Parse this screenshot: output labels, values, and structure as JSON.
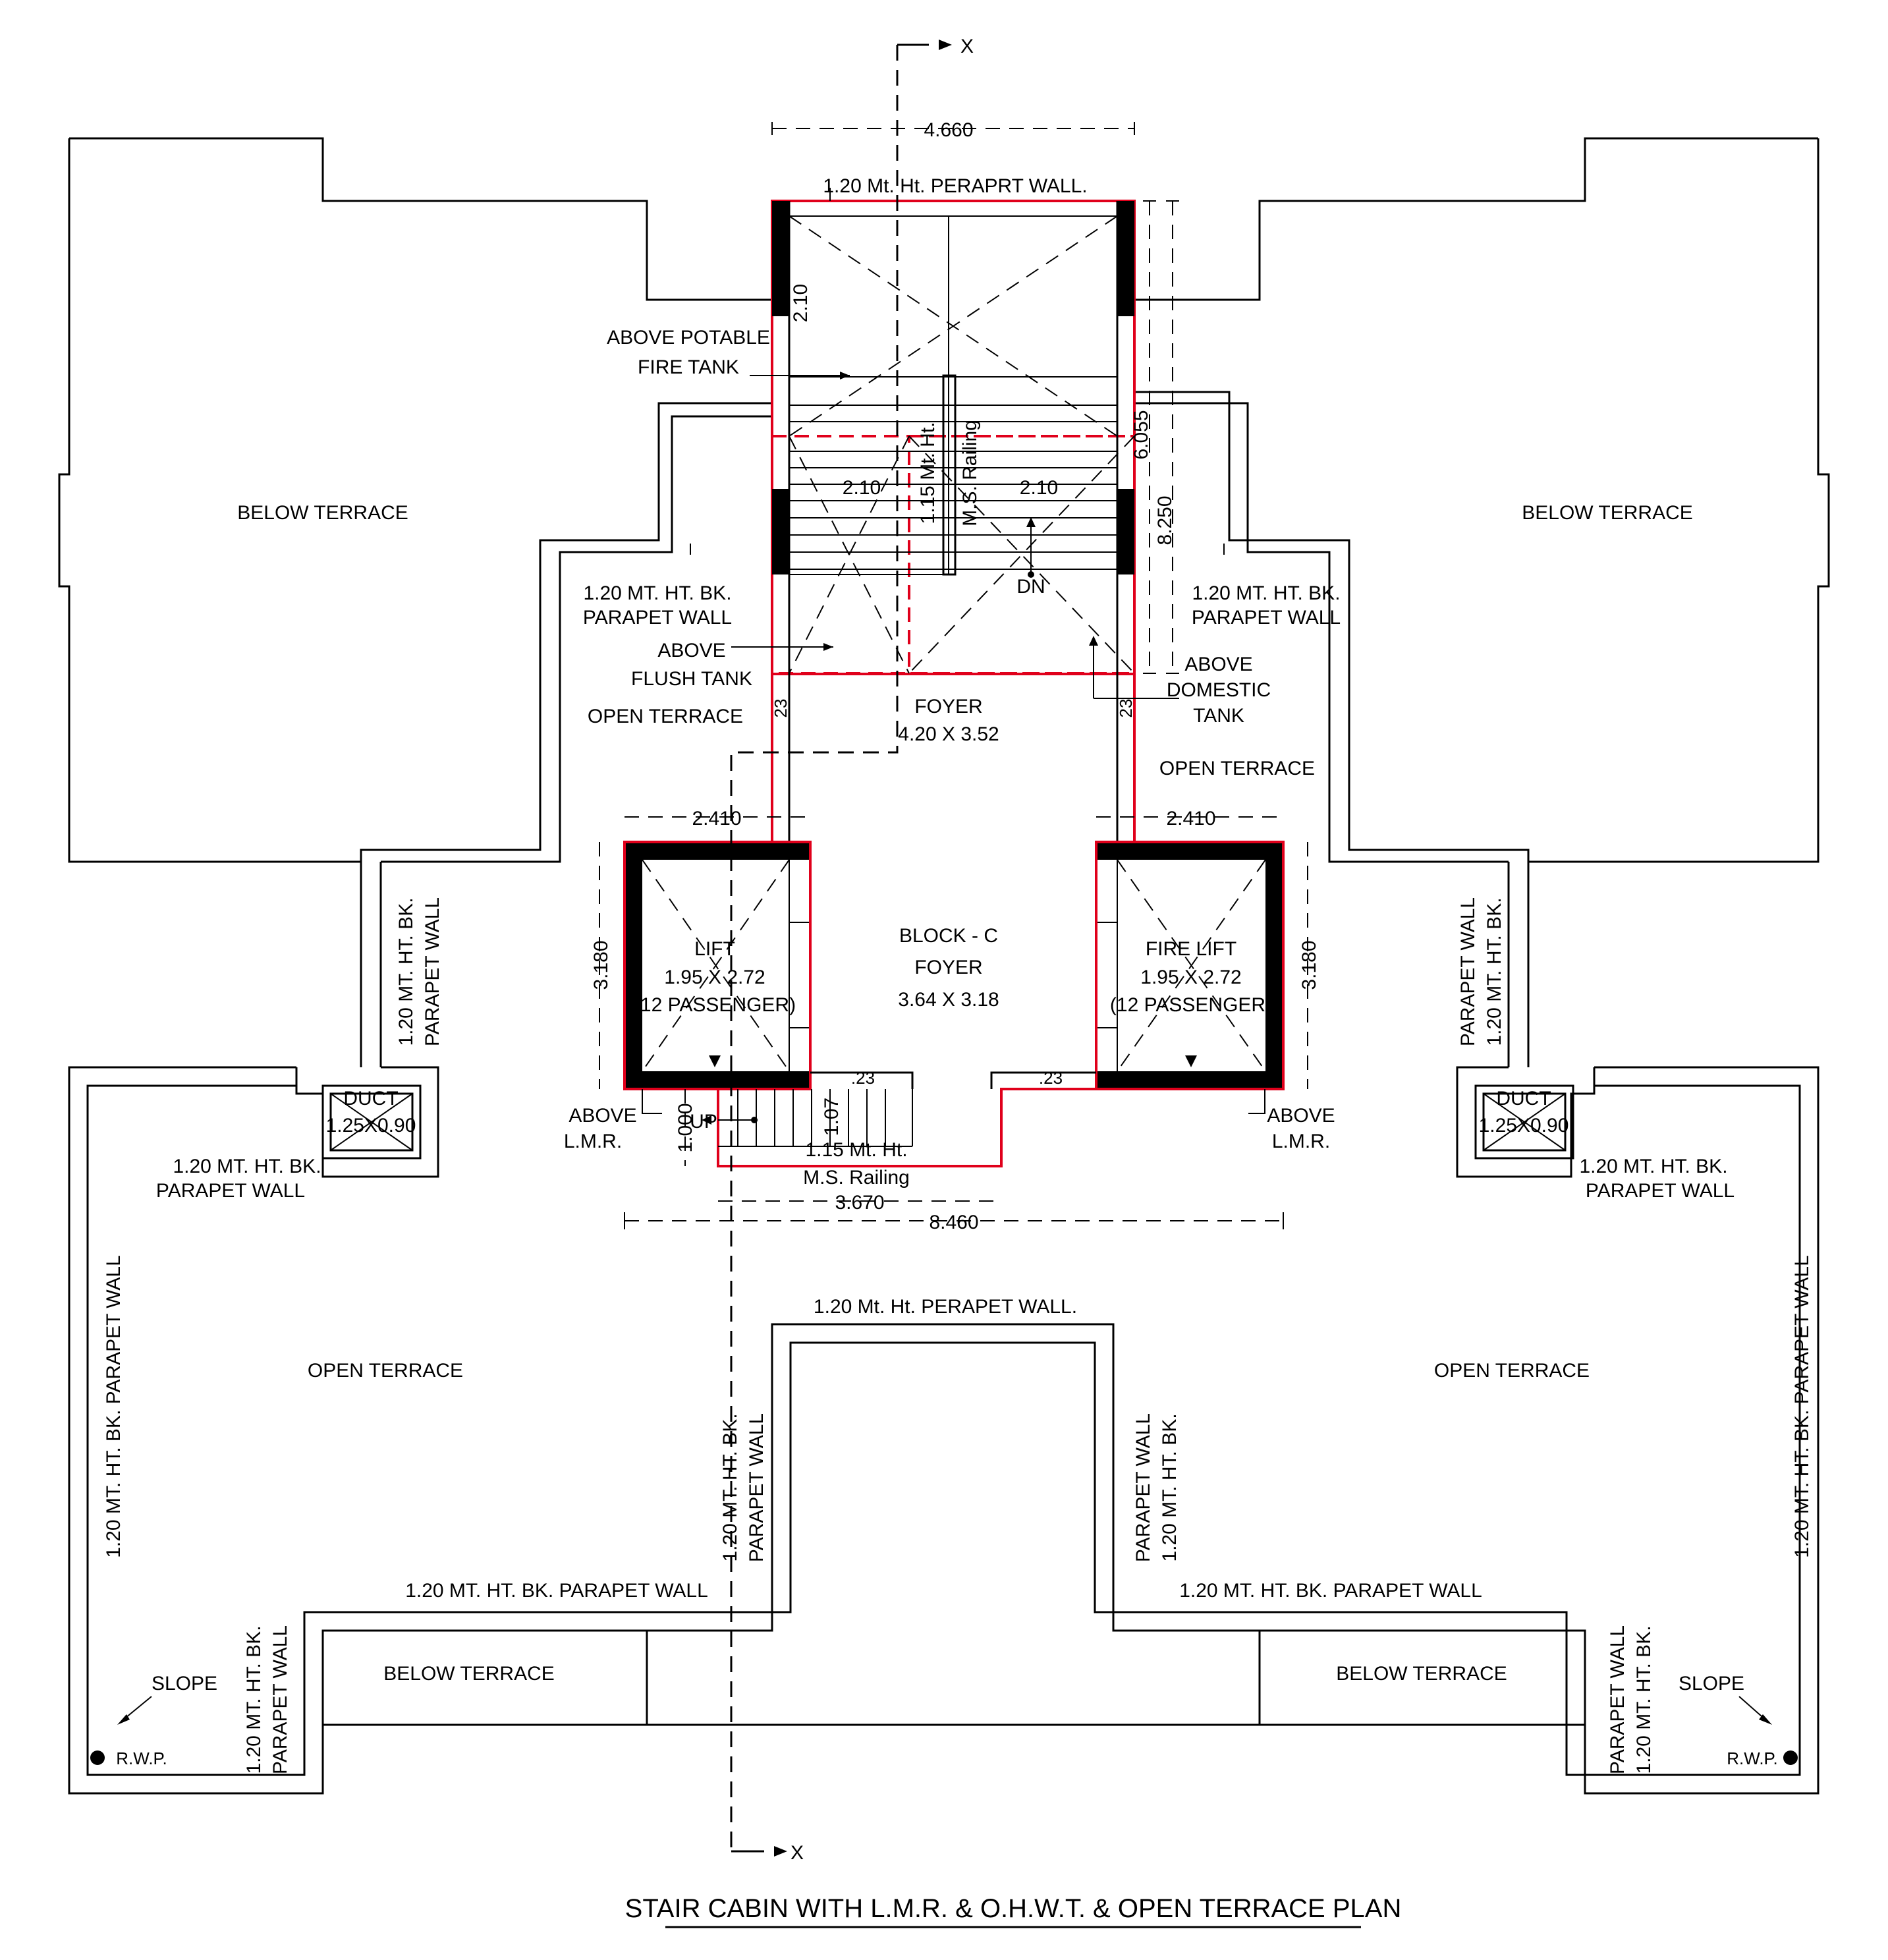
{
  "title": "STAIR CABIN WITH L.M.R. & O.H.W.T. & OPEN TERRACE PLAN",
  "section_marker": "X",
  "labels": {
    "below_terrace": "BELOW TERRACE",
    "open_terrace": "OPEN TERRACE",
    "parapet_top": "1.20 Mt. Ht. PERAPRT WALL.",
    "parapet_bottom": "1.20 Mt. Ht. PERAPET WALL.",
    "bk_parapet_line1": "1.20 MT. HT. BK.",
    "bk_parapet_line2": "PARAPET WALL",
    "bk_parapet_full": "1.20 MT. HT. BK. PARAPET WALL",
    "potable_tank_1": "ABOVE POTABLE",
    "potable_tank_2": "FIRE TANK",
    "flush_tank_1": "ABOVE",
    "flush_tank_2": "FLUSH TANK",
    "domestic_tank_1": "ABOVE",
    "domestic_tank_2": "DOMESTIC",
    "domestic_tank_3": "TANK",
    "railing_1": "1.15 Mt. Ht.",
    "railing_2": "M.S. Railing",
    "dn": "DN",
    "up": "UP",
    "foyer": "FOYER",
    "foyer_top_size": "4.20 X 3.52",
    "block": "BLOCK - C",
    "foyer_mid_size": "3.64 X 3.18",
    "lift": "LIFT",
    "fire_lift": "FIRE LIFT",
    "lift_size": "1.95 X 2.72",
    "lift_capacity": "(12 PASSENGER)",
    "above": "ABOVE",
    "lmr": "L.M.R.",
    "duct": "DUCT",
    "duct_size": "1.25X0.90",
    "slope": "SLOPE",
    "rwp": "R.W.P."
  },
  "dimensions": {
    "d4660": "4.660",
    "d210": "2.10",
    "d6055": "6.055",
    "d8250": "8.250",
    "d2410": "2.410",
    "d3180": "3.180",
    "d23": "23",
    "d23b": ".23",
    "d1000": "1.000",
    "d107": "1.07",
    "d3670": "3.670",
    "d8460": "8.460"
  },
  "colors": {
    "line": "#000000",
    "highlight": "#e0001b",
    "background": "#ffffff"
  }
}
